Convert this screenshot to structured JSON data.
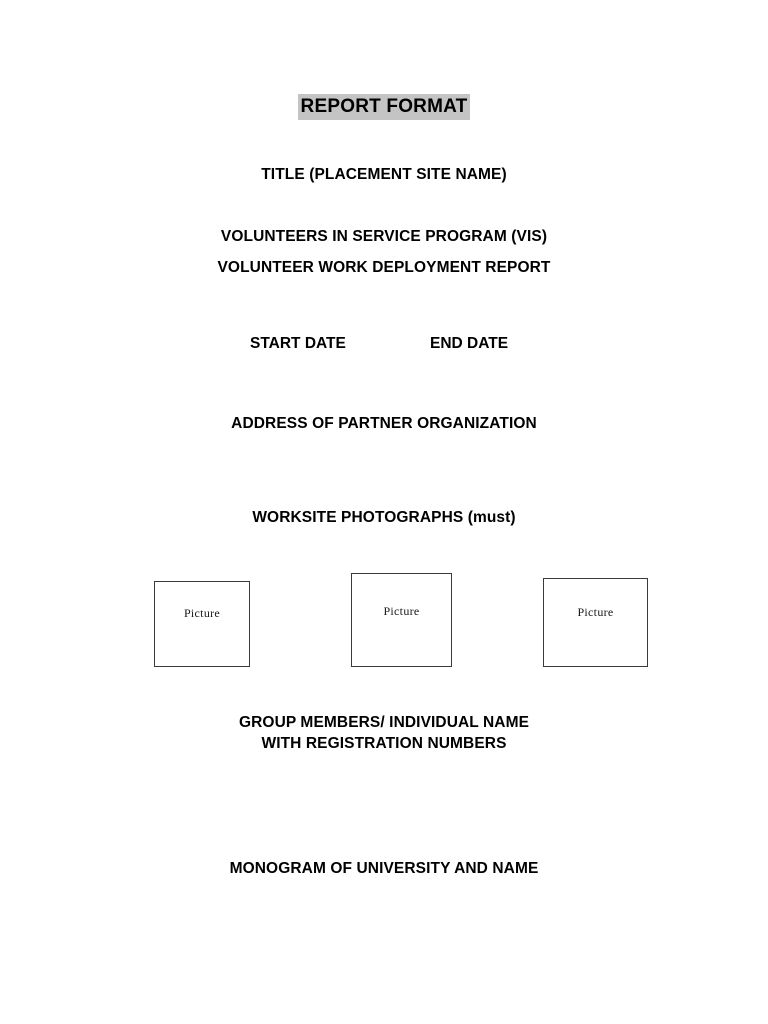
{
  "document": {
    "title": "REPORT FORMAT",
    "title_highlight_color": "#c4c4c4",
    "background_color": "#ffffff",
    "text_color": "#000000"
  },
  "headings": {
    "site_title": "TITLE (PLACEMENT SITE NAME)",
    "program_name": "VOLUNTEERS IN SERVICE PROGRAM (VIS)",
    "report_name": "VOLUNTEER WORK DEPLOYMENT REPORT",
    "address": "ADDRESS OF PARTNER ORGANIZATION",
    "photographs": "WORKSITE PHOTOGRAPHS (must)",
    "members_line1": "GROUP MEMBERS/ INDIVIDUAL NAME",
    "members_line2": "WITH REGISTRATION NUMBERS",
    "monogram": "MONOGRAM OF UNIVERSITY AND NAME"
  },
  "dates": {
    "start_label": "START DATE",
    "end_label": "END DATE"
  },
  "pictures": [
    {
      "label": "Picture"
    },
    {
      "label": "Picture"
    },
    {
      "label": "Picture"
    }
  ]
}
